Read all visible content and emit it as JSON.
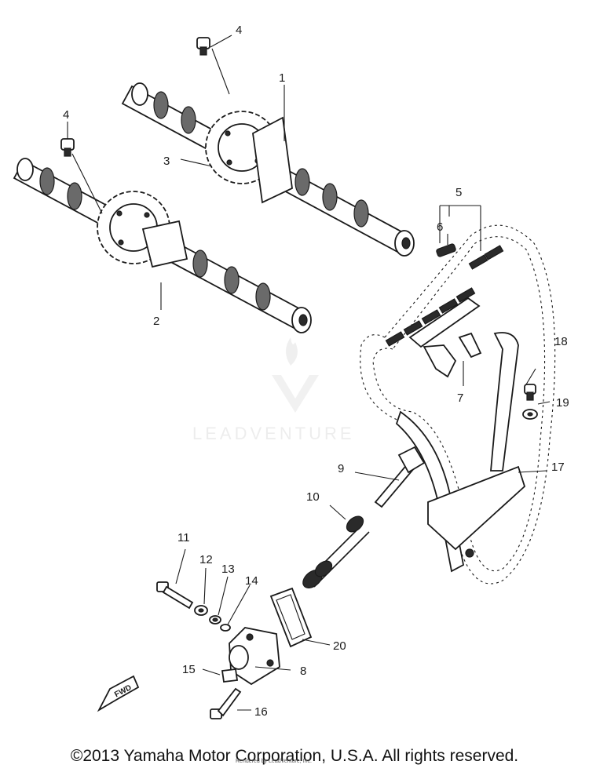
{
  "watermark": "LEADVENTURE",
  "fwd_label": "FWD",
  "callouts": [
    "1",
    "2",
    "3",
    "4",
    "4",
    "5",
    "6",
    "7",
    "8",
    "9",
    "10",
    "11",
    "12",
    "13",
    "14",
    "15",
    "16",
    "17",
    "18",
    "19",
    "20"
  ],
  "copyright": "©2013 Yamaha Motor Corporation, U.S.A. All rights reserved.",
  "credit": "Rendered by LeadVenture, Inc."
}
